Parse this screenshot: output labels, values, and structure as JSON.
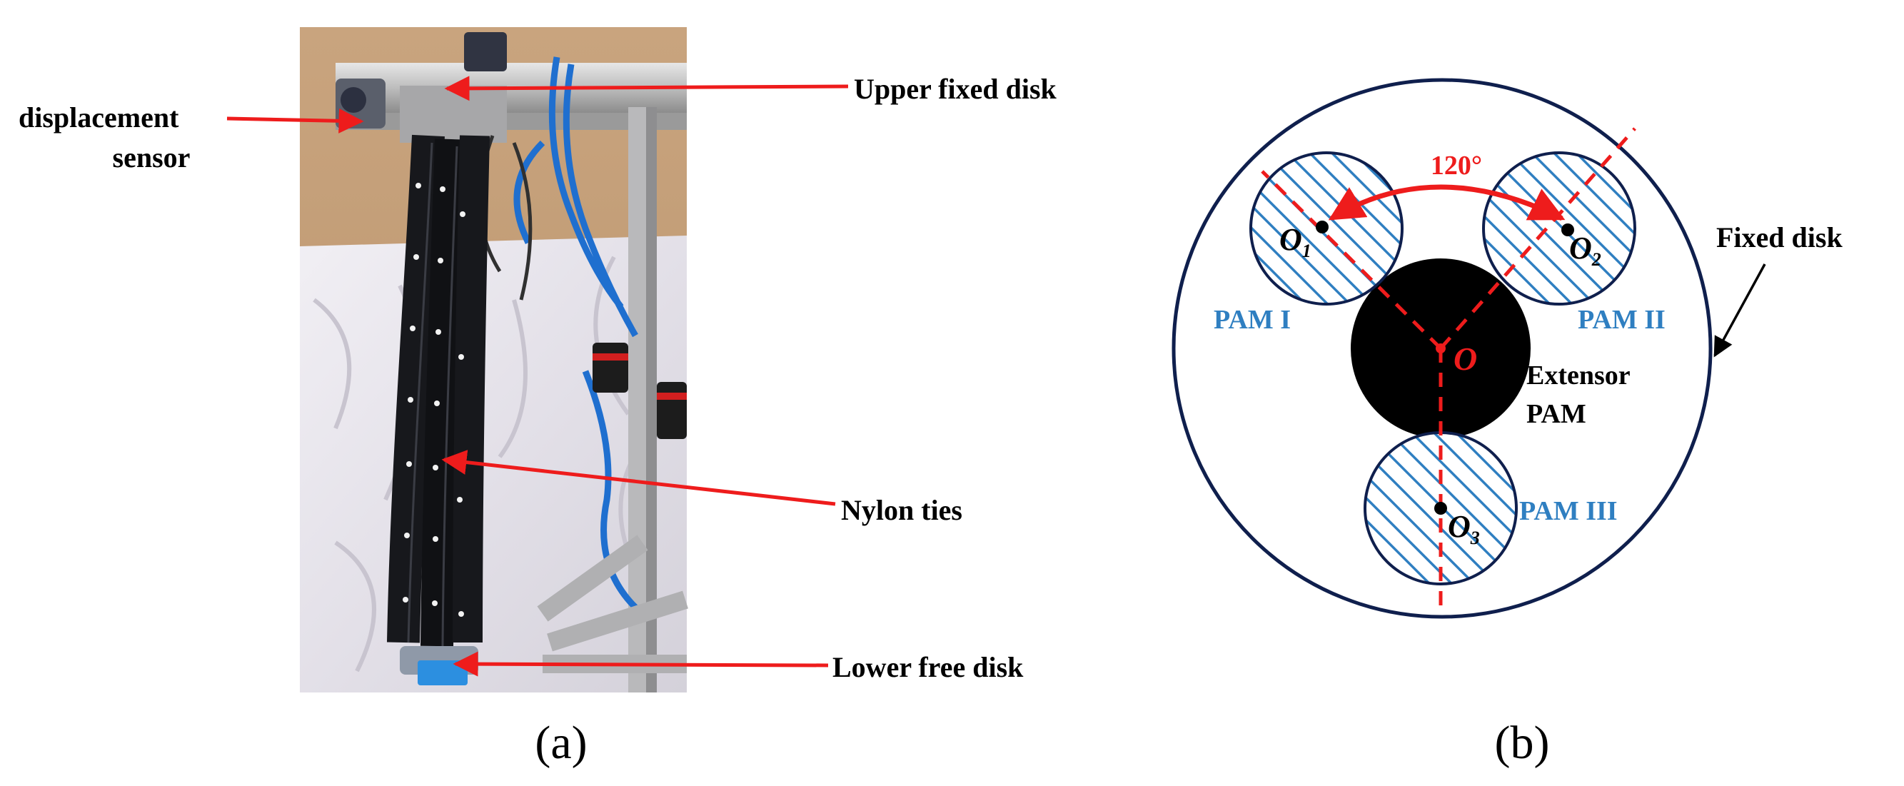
{
  "panel_a": {
    "tag": "(a)",
    "labels": {
      "displacement_line1": "displacement",
      "displacement_line2": "sensor",
      "upper_fixed_disk": "Upper fixed disk",
      "nylon_ties": "Nylon ties",
      "lower_free_disk": "Lower free disk"
    }
  },
  "panel_b": {
    "tag": "(b)",
    "angle_label": "120°",
    "center_label": "O",
    "o1_main": "O",
    "o1_sub": "1",
    "o2_main": "O",
    "o2_sub": "2",
    "o3_main": "O",
    "o3_sub": "3",
    "pam1": "PAM I",
    "pam2": "PAM II",
    "pam3": "PAM III",
    "extensor_line1": "Extensor",
    "extensor_line2": "PAM",
    "fixed_disk": "Fixed disk"
  },
  "colors": {
    "arrow_red": "#ee1c1c",
    "pam_blue": "#2f7fc1",
    "disk_navy": "#0f1f4d",
    "extensor_black": "#000000"
  }
}
